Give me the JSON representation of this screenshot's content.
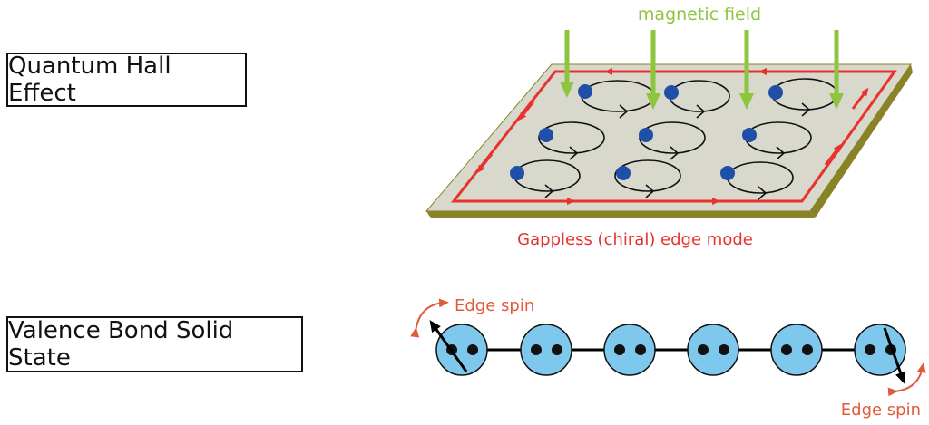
{
  "qhe": {
    "title": "Quantum Hall Effect",
    "field_label": "magnetic field",
    "edge_mode_label": "Gappless (chiral) edge mode"
  },
  "vbs": {
    "title": "Valence Bond Solid State",
    "edge_spin_left": "Edge spin",
    "edge_spin_right": "Edge spin"
  },
  "colors": {
    "field_arrow": "#8cc63f",
    "edge_mode": "#e8322d",
    "plate_face": "#d8d8cc",
    "plate_edge": "#8a8226",
    "electron": "#1f4fa8",
    "site_fill": "#7ec8ee",
    "spin_annotation": "#e05a3c"
  }
}
